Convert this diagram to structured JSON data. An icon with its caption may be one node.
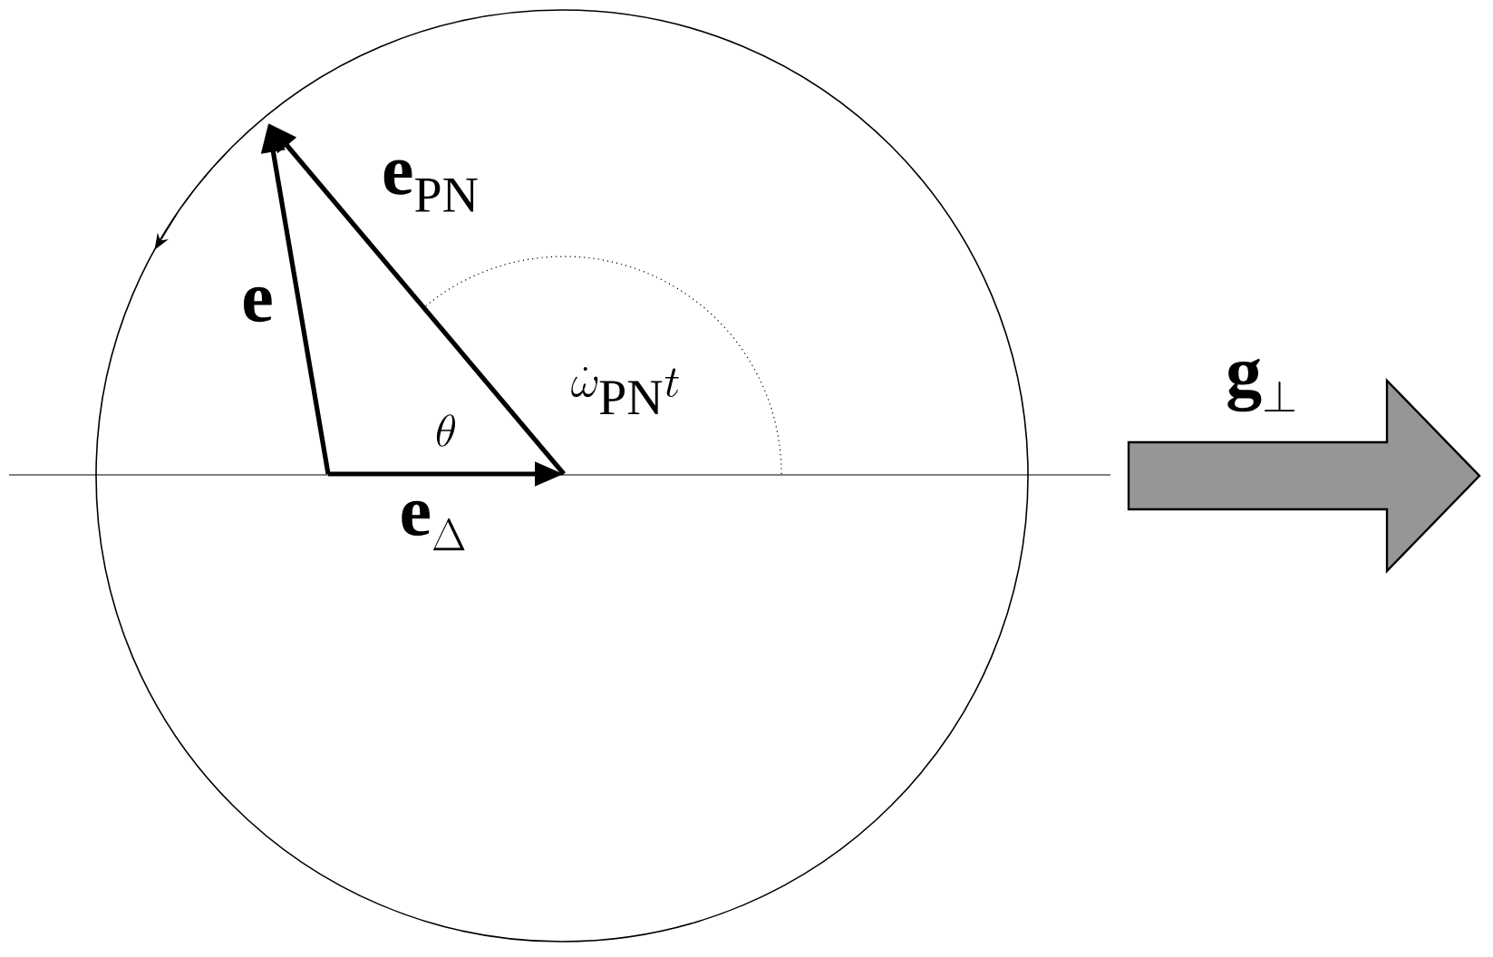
{
  "diagram": {
    "labels": [
      "\\mathbf{e}_{\\mathrm{PN}}",
      "\\mathbf{e}",
      "\\theta",
      "\\dot{\\omega}_{\\mathrm{PN}}t",
      "\\mathbf{e}_{\\Delta}",
      "\\mathbf{g}_{\\perp}"
    ]
  }
}
